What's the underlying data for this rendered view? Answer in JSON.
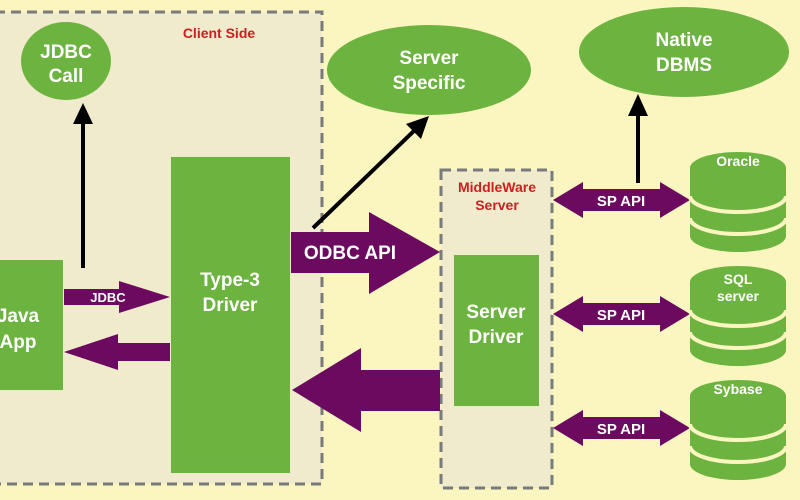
{
  "diagram": {
    "regions": {
      "client_side": "Client Side",
      "middleware_line1": "MiddleWare",
      "middleware_line2": "Server"
    },
    "nodes": {
      "jdbc_call": [
        "JDBC",
        "Call"
      ],
      "server_specific": [
        "Server",
        "Specific"
      ],
      "native_dbms": [
        "Native",
        "DBMS"
      ],
      "java_app": [
        "Java",
        "App"
      ],
      "type3_driver": [
        "Type-3",
        "Driver"
      ],
      "server_driver": [
        "Server",
        "Driver"
      ]
    },
    "arrows": {
      "jdbc": "JDBC",
      "odbc_api": "ODBC API",
      "sp_api": "SP API"
    },
    "databases": [
      {
        "lines": [
          "Oracle"
        ]
      },
      {
        "lines": [
          "SQL",
          "server"
        ]
      },
      {
        "lines": [
          "Sybase"
        ]
      }
    ]
  },
  "colors": {
    "background": "#fbf6c0",
    "region_fill": "#f0ebcc",
    "green": "#6db33f",
    "purple": "#6b0a5f",
    "region_label": "#cc1f1f",
    "dash_border": "#7a7a7a"
  }
}
